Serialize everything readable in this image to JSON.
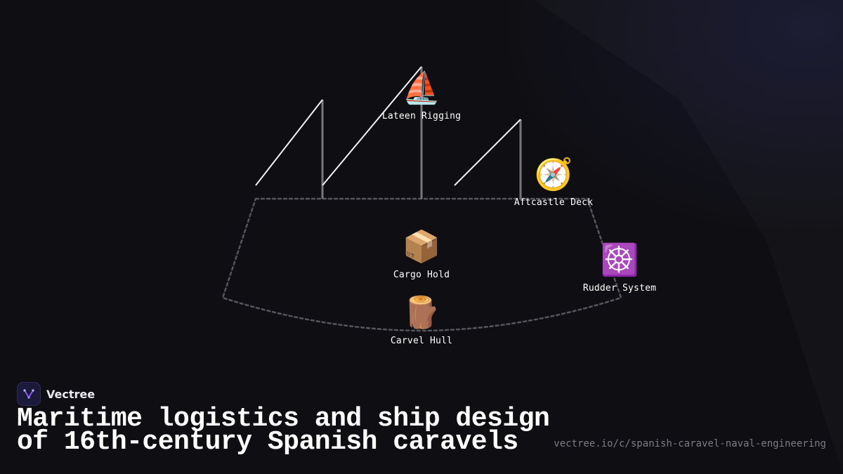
{
  "diagram": {
    "nodes": [
      {
        "id": "lateen-rigging",
        "label": "Lateen Rigging",
        "icon": "sailboat-icon",
        "glyph": "⛵"
      },
      {
        "id": "aftcastle-deck",
        "label": "Aftcastle Deck",
        "icon": "compass-icon",
        "glyph": "🧭"
      },
      {
        "id": "cargo-hold",
        "label": "Cargo Hold",
        "icon": "package-icon",
        "glyph": "📦"
      },
      {
        "id": "rudder-system",
        "label": "Rudder System",
        "icon": "ship-wheel-icon",
        "glyph": "☸️"
      },
      {
        "id": "carvel-hull",
        "label": "Carvel Hull",
        "icon": "wood-log-icon",
        "glyph": "🪵"
      }
    ]
  },
  "brand": {
    "name": "Vectree",
    "icon": "vectree-logo-icon",
    "accent": "#8b5cf6"
  },
  "title": {
    "line1": "Maritime logistics and ship design",
    "line2": "of 16th-century Spanish caravels"
  },
  "url": "vectree.io/c/spanish-caravel-naval-engineering"
}
